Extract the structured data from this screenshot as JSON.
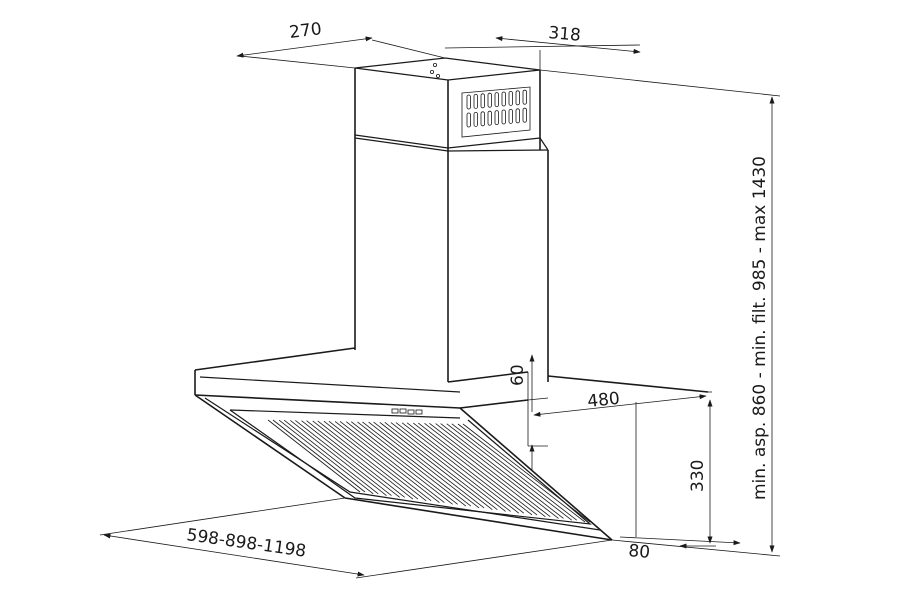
{
  "dimensions": {
    "chimney_width": "270",
    "chimney_depth": "318",
    "total_height": "min. asp. 860 - min. filt. 985 - max 1430",
    "canopy_thickness": "60",
    "canopy_depth": "480",
    "hood_height": "330",
    "hood_width": "598-898-1198",
    "front_offset": "80"
  },
  "colors": {
    "line": "#1a1a1a",
    "background": "#ffffff"
  }
}
